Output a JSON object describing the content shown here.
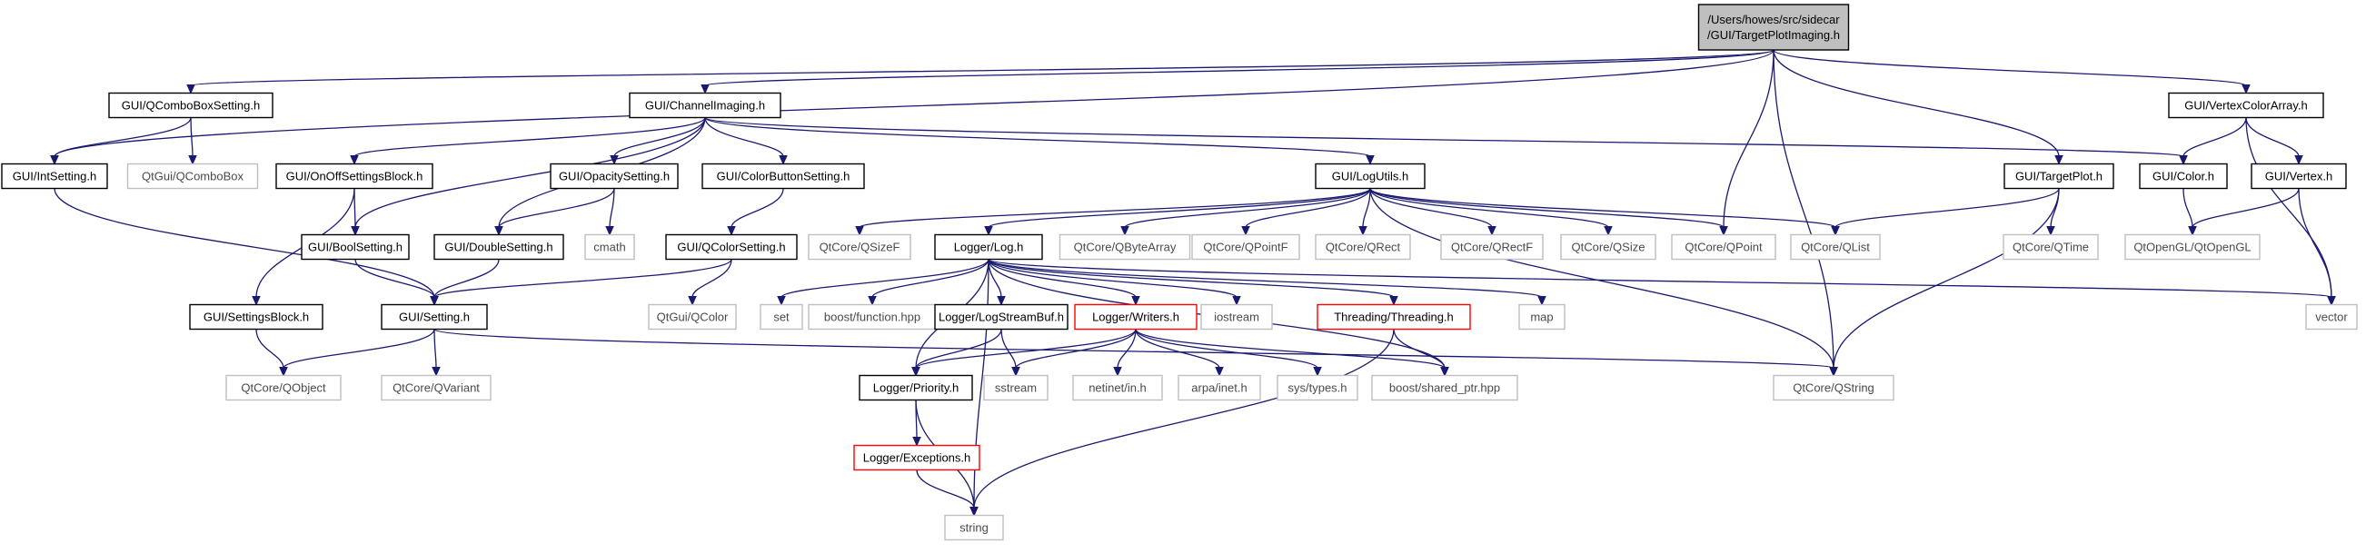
{
  "nodes": [
    {
      "id": "root",
      "lines": [
        "/Users/howes/src/sidecar",
        "/GUI/TargetPlotImaging.h"
      ],
      "style": "root"
    },
    {
      "id": "qcombosetting",
      "lines": [
        "GUI/QComboBoxSetting.h"
      ],
      "style": "normal"
    },
    {
      "id": "channelimaging",
      "lines": [
        "GUI/ChannelImaging.h"
      ],
      "style": "normal"
    },
    {
      "id": "vertexcolorarray",
      "lines": [
        "GUI/VertexColorArray.h"
      ],
      "style": "normal"
    },
    {
      "id": "intsetting",
      "lines": [
        "GUI/IntSetting.h"
      ],
      "style": "normal"
    },
    {
      "id": "qcombobox",
      "lines": [
        "QtGui/QComboBox"
      ],
      "style": "external"
    },
    {
      "id": "onoff",
      "lines": [
        "GUI/OnOffSettingsBlock.h"
      ],
      "style": "normal"
    },
    {
      "id": "opacity",
      "lines": [
        "GUI/OpacitySetting.h"
      ],
      "style": "normal"
    },
    {
      "id": "colorbutton",
      "lines": [
        "GUI/ColorButtonSetting.h"
      ],
      "style": "normal"
    },
    {
      "id": "logutils",
      "lines": [
        "GUI/LogUtils.h"
      ],
      "style": "normal"
    },
    {
      "id": "targetplot",
      "lines": [
        "GUI/TargetPlot.h"
      ],
      "style": "normal"
    },
    {
      "id": "color",
      "lines": [
        "GUI/Color.h"
      ],
      "style": "normal"
    },
    {
      "id": "vertex",
      "lines": [
        "GUI/Vertex.h"
      ],
      "style": "normal"
    },
    {
      "id": "boolsetting",
      "lines": [
        "GUI/BoolSetting.h"
      ],
      "style": "normal"
    },
    {
      "id": "doublesetting",
      "lines": [
        "GUI/DoubleSetting.h"
      ],
      "style": "normal"
    },
    {
      "id": "cmath",
      "lines": [
        "cmath"
      ],
      "style": "external"
    },
    {
      "id": "qcolorsetting",
      "lines": [
        "GUI/QColorSetting.h"
      ],
      "style": "normal"
    },
    {
      "id": "qsizef",
      "lines": [
        "QtCore/QSizeF"
      ],
      "style": "external"
    },
    {
      "id": "loggerlog",
      "lines": [
        "Logger/Log.h"
      ],
      "style": "normal"
    },
    {
      "id": "qbytearray",
      "lines": [
        "QtCore/QByteArray"
      ],
      "style": "external"
    },
    {
      "id": "qpointf",
      "lines": [
        "QtCore/QPointF"
      ],
      "style": "external"
    },
    {
      "id": "qrect",
      "lines": [
        "QtCore/QRect"
      ],
      "style": "external"
    },
    {
      "id": "qrectf",
      "lines": [
        "QtCore/QRectF"
      ],
      "style": "external"
    },
    {
      "id": "qsize",
      "lines": [
        "QtCore/QSize"
      ],
      "style": "external"
    },
    {
      "id": "qpoint",
      "lines": [
        "QtCore/QPoint"
      ],
      "style": "external"
    },
    {
      "id": "qlist",
      "lines": [
        "QtCore/QList"
      ],
      "style": "external"
    },
    {
      "id": "qtime",
      "lines": [
        "QtCore/QTime"
      ],
      "style": "external"
    },
    {
      "id": "qtopengl",
      "lines": [
        "QtOpenGL/QtOpenGL"
      ],
      "style": "external"
    },
    {
      "id": "settingsblock",
      "lines": [
        "GUI/SettingsBlock.h"
      ],
      "style": "normal"
    },
    {
      "id": "setting",
      "lines": [
        "GUI/Setting.h"
      ],
      "style": "normal"
    },
    {
      "id": "qcolor",
      "lines": [
        "QtGui/QColor"
      ],
      "style": "external"
    },
    {
      "id": "set",
      "lines": [
        "set"
      ],
      "style": "external"
    },
    {
      "id": "boostfunction",
      "lines": [
        "boost/function.hpp"
      ],
      "style": "external"
    },
    {
      "id": "logstreambuf",
      "lines": [
        "Logger/LogStreamBuf.h"
      ],
      "style": "normal"
    },
    {
      "id": "writers",
      "lines": [
        "Logger/Writers.h"
      ],
      "style": "red"
    },
    {
      "id": "iostream",
      "lines": [
        "iostream"
      ],
      "style": "external"
    },
    {
      "id": "threading",
      "lines": [
        "Threading/Threading.h"
      ],
      "style": "red"
    },
    {
      "id": "map",
      "lines": [
        "map"
      ],
      "style": "external"
    },
    {
      "id": "vector",
      "lines": [
        "vector"
      ],
      "style": "external"
    },
    {
      "id": "qobject",
      "lines": [
        "QtCore/QObject"
      ],
      "style": "external"
    },
    {
      "id": "qvariant",
      "lines": [
        "QtCore/QVariant"
      ],
      "style": "external"
    },
    {
      "id": "priority",
      "lines": [
        "Logger/Priority.h"
      ],
      "style": "normal"
    },
    {
      "id": "sstream",
      "lines": [
        "sstream"
      ],
      "style": "external"
    },
    {
      "id": "netinet",
      "lines": [
        "netinet/in.h"
      ],
      "style": "external"
    },
    {
      "id": "arpainet",
      "lines": [
        "arpa/inet.h"
      ],
      "style": "external"
    },
    {
      "id": "systypes",
      "lines": [
        "sys/types.h"
      ],
      "style": "external"
    },
    {
      "id": "sharedptr",
      "lines": [
        "boost/shared_ptr.hpp"
      ],
      "style": "external"
    },
    {
      "id": "qstring",
      "lines": [
        "QtCore/QString"
      ],
      "style": "external"
    },
    {
      "id": "exceptions",
      "lines": [
        "Logger/Exceptions.h"
      ],
      "style": "red"
    },
    {
      "id": "string",
      "lines": [
        "string"
      ],
      "style": "external"
    }
  ],
  "edges": [
    [
      "root",
      "qcombosetting"
    ],
    [
      "root",
      "channelimaging"
    ],
    [
      "root",
      "vertexcolorarray"
    ],
    [
      "root",
      "intsetting"
    ],
    [
      "root",
      "targetplot"
    ],
    [
      "root",
      "qpoint"
    ],
    [
      "root",
      "qstring"
    ],
    [
      "qcombosetting",
      "intsetting"
    ],
    [
      "qcombosetting",
      "qcombobox"
    ],
    [
      "channelimaging",
      "onoff"
    ],
    [
      "channelimaging",
      "opacity"
    ],
    [
      "channelimaging",
      "colorbutton"
    ],
    [
      "channelimaging",
      "logutils"
    ],
    [
      "channelimaging",
      "color"
    ],
    [
      "channelimaging",
      "boolsetting"
    ],
    [
      "channelimaging",
      "doublesetting"
    ],
    [
      "vertexcolorarray",
      "color"
    ],
    [
      "vertexcolorarray",
      "vertex"
    ],
    [
      "vertexcolorarray",
      "vector"
    ],
    [
      "intsetting",
      "setting"
    ],
    [
      "onoff",
      "boolsetting"
    ],
    [
      "onoff",
      "settingsblock"
    ],
    [
      "opacity",
      "doublesetting"
    ],
    [
      "opacity",
      "cmath"
    ],
    [
      "colorbutton",
      "qcolorsetting"
    ],
    [
      "logutils",
      "qsizef"
    ],
    [
      "logutils",
      "loggerlog"
    ],
    [
      "logutils",
      "qbytearray"
    ],
    [
      "logutils",
      "qpointf"
    ],
    [
      "logutils",
      "qrect"
    ],
    [
      "logutils",
      "qrectf"
    ],
    [
      "logutils",
      "qsize"
    ],
    [
      "logutils",
      "qpoint"
    ],
    [
      "logutils",
      "qlist"
    ],
    [
      "logutils",
      "qstring"
    ],
    [
      "targetplot",
      "qlist"
    ],
    [
      "targetplot",
      "qtime"
    ],
    [
      "targetplot",
      "qstring"
    ],
    [
      "color",
      "qtopengl"
    ],
    [
      "vertex",
      "qtopengl"
    ],
    [
      "vertex",
      "vector"
    ],
    [
      "boolsetting",
      "setting"
    ],
    [
      "doublesetting",
      "setting"
    ],
    [
      "qcolorsetting",
      "setting"
    ],
    [
      "qcolorsetting",
      "qcolor"
    ],
    [
      "settingsblock",
      "qobject"
    ],
    [
      "setting",
      "qobject"
    ],
    [
      "setting",
      "qvariant"
    ],
    [
      "setting",
      "qstring"
    ],
    [
      "loggerlog",
      "set"
    ],
    [
      "loggerlog",
      "boostfunction"
    ],
    [
      "loggerlog",
      "logstreambuf"
    ],
    [
      "loggerlog",
      "writers"
    ],
    [
      "loggerlog",
      "iostream"
    ],
    [
      "loggerlog",
      "threading"
    ],
    [
      "loggerlog",
      "map"
    ],
    [
      "loggerlog",
      "vector"
    ],
    [
      "loggerlog",
      "priority"
    ],
    [
      "loggerlog",
      "sharedptr"
    ],
    [
      "loggerlog",
      "string"
    ],
    [
      "logstreambuf",
      "priority"
    ],
    [
      "logstreambuf",
      "sstream"
    ],
    [
      "writers",
      "priority"
    ],
    [
      "writers",
      "sstream"
    ],
    [
      "writers",
      "netinet"
    ],
    [
      "writers",
      "arpainet"
    ],
    [
      "writers",
      "systypes"
    ],
    [
      "writers",
      "sharedptr"
    ],
    [
      "threading",
      "sharedptr"
    ],
    [
      "threading",
      "string"
    ],
    [
      "priority",
      "exceptions"
    ],
    [
      "priority",
      "string"
    ],
    [
      "exceptions",
      "string"
    ]
  ],
  "colors": {
    "edge": "#191970",
    "root_fill": "#bfbfbf",
    "normal_border": "#000000",
    "external_border": "#bfbfbf",
    "red_border": "#ff0000"
  }
}
